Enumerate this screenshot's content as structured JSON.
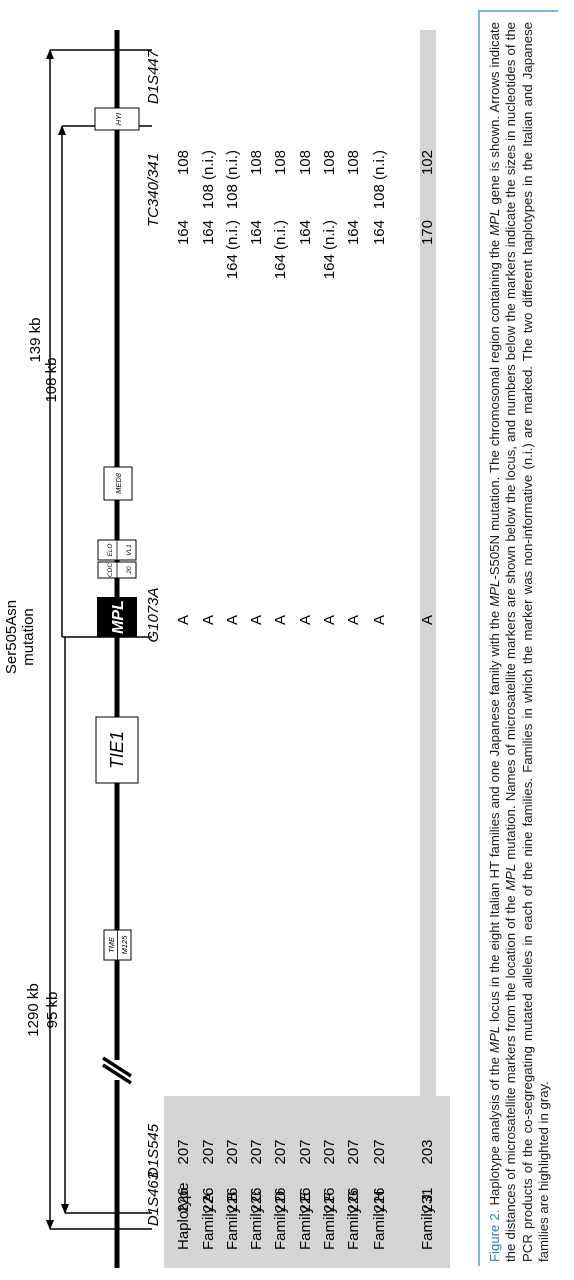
{
  "figure": {
    "distances": [
      "1290 kb",
      "95 kb",
      "139 kb",
      "108 kb"
    ],
    "mutation_label": [
      "Ser505Asn",
      "mutation"
    ],
    "genes": {
      "tme_m125": [
        "TME",
        "M125"
      ],
      "tie1": "TIE1",
      "mpl": "MPL",
      "cdc20": [
        "CDC",
        "20"
      ],
      "elovl1": [
        "ELO",
        "VL1"
      ],
      "med8": "MED8",
      "hyi": "HYI"
    },
    "markers": [
      "D1S463",
      "D1S545",
      "G1073A",
      "TC340/341",
      "D1S447"
    ],
    "table": {
      "rows": [
        {
          "label": "Haplotype",
          "values": [
            "226",
            "207",
            "A",
            "164",
            "108"
          ],
          "highlight": true
        },
        {
          "label": "Family A",
          "values": [
            "226",
            "207",
            "A",
            "164",
            "108 (n.i.)"
          ]
        },
        {
          "label": "Family B",
          "values": [
            "226",
            "207",
            "A",
            "164 (n.i.)",
            "108 (n.i.)"
          ]
        },
        {
          "label": "Family C",
          "values": [
            "226",
            "207",
            "A",
            "164",
            "108"
          ]
        },
        {
          "label": "Family D",
          "values": [
            "226",
            "207",
            "A",
            "164 (n.i.)",
            "108"
          ]
        },
        {
          "label": "Family E",
          "values": [
            "226",
            "207",
            "A",
            "164",
            "108"
          ]
        },
        {
          "label": "Family F",
          "values": [
            "226",
            "207",
            "A",
            "164 (n.i.)",
            "108"
          ]
        },
        {
          "label": "Family G",
          "values": [
            "226",
            "207",
            "A",
            "164",
            "108"
          ]
        },
        {
          "label": "Family H",
          "values": [
            "226",
            "207",
            "A",
            "164",
            "108 (n.i.)"
          ]
        },
        {
          "label": "Family J",
          "values": [
            "231",
            "203",
            "A",
            "170",
            "102"
          ],
          "highlight": true
        }
      ]
    }
  },
  "caption": {
    "label": "Figure 2.",
    "segments": [
      {
        "text": " Haplotype analysis of the ",
        "italic": false
      },
      {
        "text": "MPL",
        "italic": true
      },
      {
        "text": " locus in the eight Italian HT families and one Japanese family with the ",
        "italic": false
      },
      {
        "text": "MPL",
        "italic": true
      },
      {
        "text": "-S505N mutation. The chromosomal region containing the ",
        "italic": false
      },
      {
        "text": "MPL",
        "italic": true
      },
      {
        "text": " gene is shown. Arrows indicate the distances of microsatellite markers from the location of the ",
        "italic": false
      },
      {
        "text": "MPL",
        "italic": true
      },
      {
        "text": " mutation. Names of microsatellite markers are shown below the locus, and numbers below the markers indicate the sizes in nucleotides of the PCR products of the co-segregating mutated alleles in each of the nine families. Families in which the marker was non-informative (n.i.) are marked. The two different haplotypes in the Italian and Japanese families are highlighted in gray.",
        "italic": false
      }
    ]
  }
}
